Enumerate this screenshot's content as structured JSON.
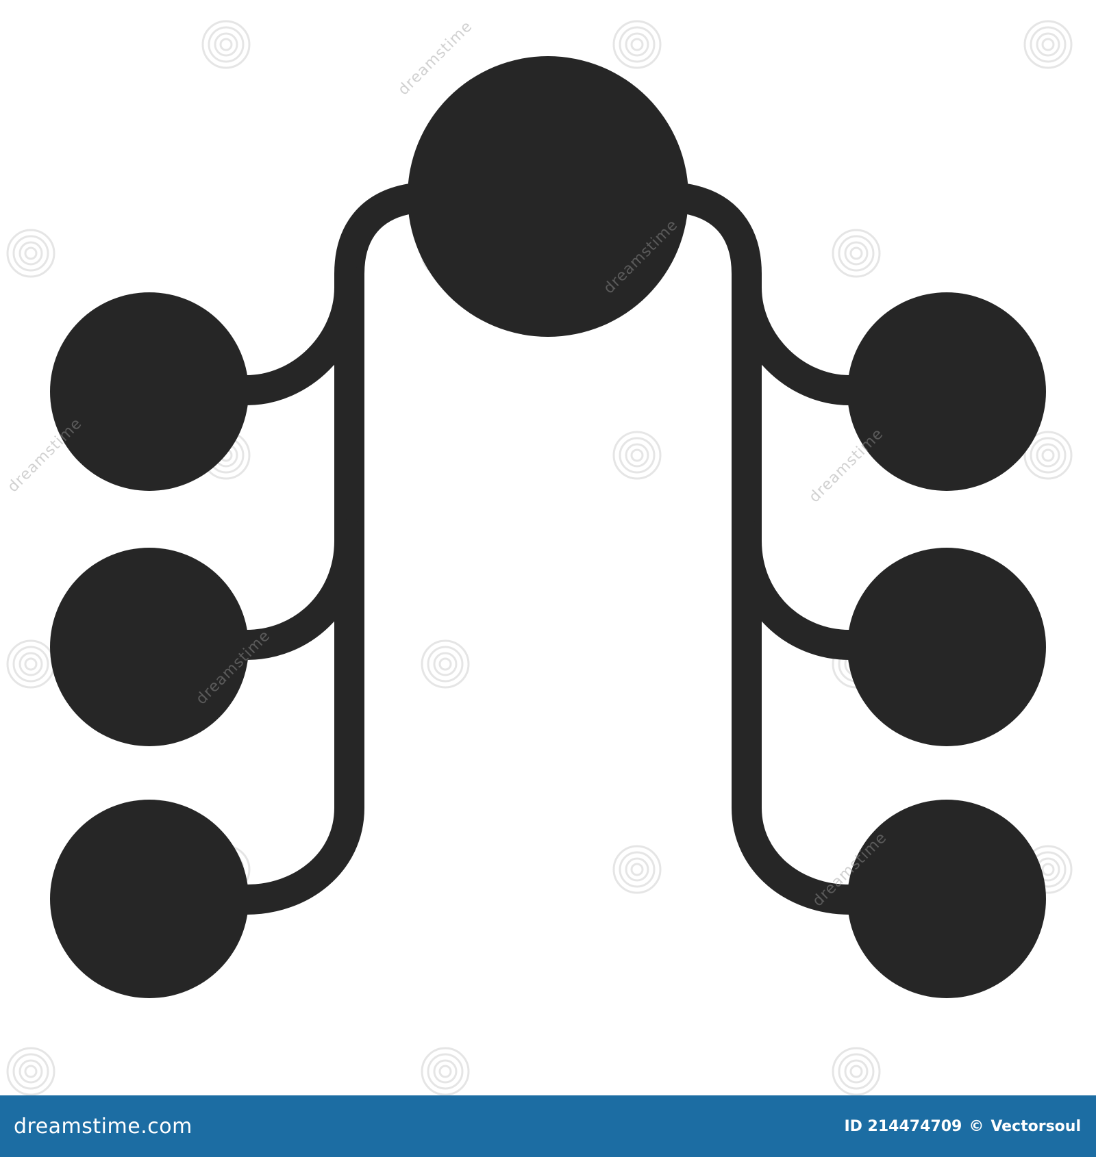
{
  "diagram": {
    "kind": "hierarchy-icon",
    "colors": {
      "fill": "#262626",
      "background": "#ffffff"
    },
    "nodes": [
      {
        "id": "root",
        "role": "parent"
      },
      {
        "id": "left-1",
        "role": "child",
        "side": "left"
      },
      {
        "id": "left-2",
        "role": "child",
        "side": "left"
      },
      {
        "id": "left-3",
        "role": "child",
        "side": "left"
      },
      {
        "id": "right-1",
        "role": "child",
        "side": "right"
      },
      {
        "id": "right-2",
        "role": "child",
        "side": "right"
      },
      {
        "id": "right-3",
        "role": "child",
        "side": "right"
      }
    ],
    "edges": [
      [
        "root",
        "left-1"
      ],
      [
        "root",
        "left-2"
      ],
      [
        "root",
        "left-3"
      ],
      [
        "root",
        "right-1"
      ],
      [
        "root",
        "right-2"
      ],
      [
        "root",
        "right-3"
      ]
    ]
  },
  "watermark": {
    "text": "dreamstime",
    "color": "#9a9a9a"
  },
  "footer": {
    "brand": "dreamstime.com",
    "id_label": "ID 214474709",
    "copyright_symbol": "©",
    "author": "Vectorsoul",
    "background": "#1c6da3"
  }
}
